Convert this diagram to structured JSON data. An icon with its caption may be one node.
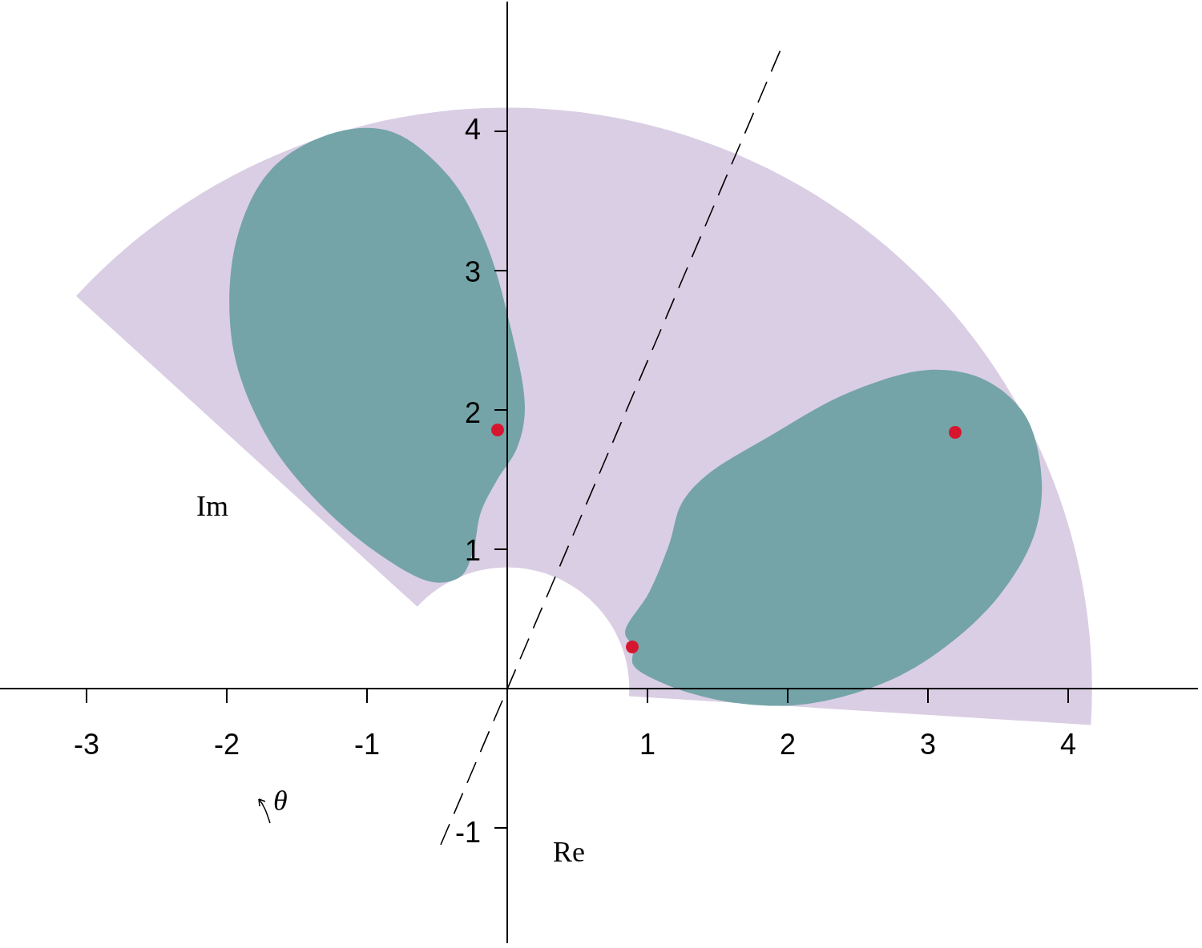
{
  "diagram": {
    "labels": [
      "4",
      "3",
      "2",
      "1",
      "-1",
      "Im",
      "-3",
      "-2",
      "-1",
      "1",
      "2",
      "3",
      "4",
      "θ",
      "Re"
    ]
  }
}
